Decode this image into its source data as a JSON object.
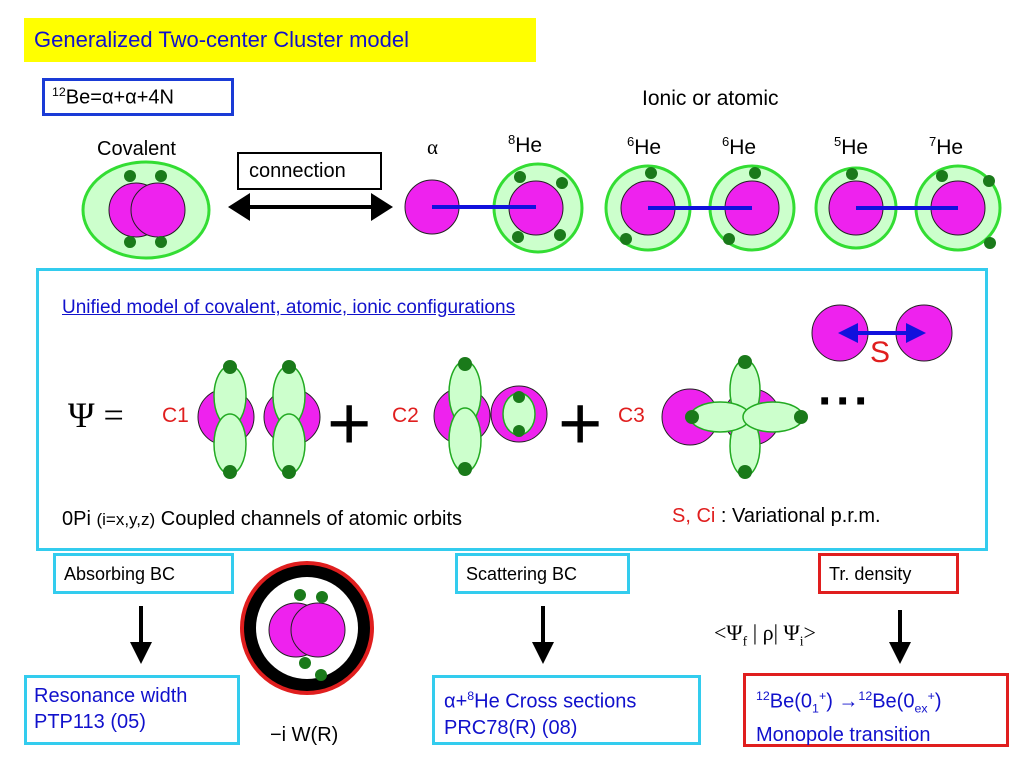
{
  "title": "Generalized Two-center Cluster model",
  "formula": {
    "pre": "12",
    "text": "Be=α+α+4N"
  },
  "ionic_label": "Ionic or atomic",
  "covalent_label": "Covalent",
  "connection_label": "connection",
  "cluster_labels": [
    {
      "sup": "",
      "name": "α"
    },
    {
      "sup": "8",
      "name": "He"
    },
    {
      "sup": "6",
      "name": "He"
    },
    {
      "sup": "6",
      "name": "He"
    },
    {
      "sup": "5",
      "name": "He"
    },
    {
      "sup": "7",
      "name": "He"
    }
  ],
  "unified_title": "Unified model of covalent, atomic, ionic configurations",
  "psi_eq": "Ψ =",
  "c1": "C1",
  "c2": "C2",
  "c3": "C3",
  "plus": "+",
  "ellipsis": "···",
  "s_label": "S",
  "coupled_pre": "0Pi",
  "coupled_paren": "(i=x,y,z)",
  "coupled_rest": "Coupled channels of atomic orbits",
  "variational_red": "S, Ci",
  "variational_rest": ": Variational p.r.m.",
  "absorbing_bc": "Absorbing BC",
  "scattering_bc": "Scattering BC",
  "tr_density": "Tr. density",
  "bracket": {
    "open": "<Ψ",
    "f": "f",
    "mid": " | ρ| Ψ",
    "i": "i",
    "close": ">"
  },
  "result_left": {
    "line1": "Resonance width",
    "line2": "PTP113 (05)"
  },
  "result_mid": {
    "pre": "α+",
    "sup": "8",
    "line1": "He Cross sections",
    "line2": "PRC78(R) (08)"
  },
  "result_right": {
    "sup1": "12",
    "a": "Be(0",
    "sub1": "1",
    "sup2": "+",
    "b": ") →",
    "sup3": "12",
    "c": "Be(0",
    "sub2": "ex",
    "sup4": "+",
    "d": ")",
    "line2": "Monopole transition"
  },
  "absorb_potential": "−i W(R)",
  "colors": {
    "magenta": "#ee22ee",
    "light_green": "#ccffcc",
    "green_ring": "#33dd33",
    "dark_green": "#1a7a1a",
    "blue_bond": "#1111dd",
    "red": "#e01e1e",
    "cyan": "#33ccee"
  }
}
